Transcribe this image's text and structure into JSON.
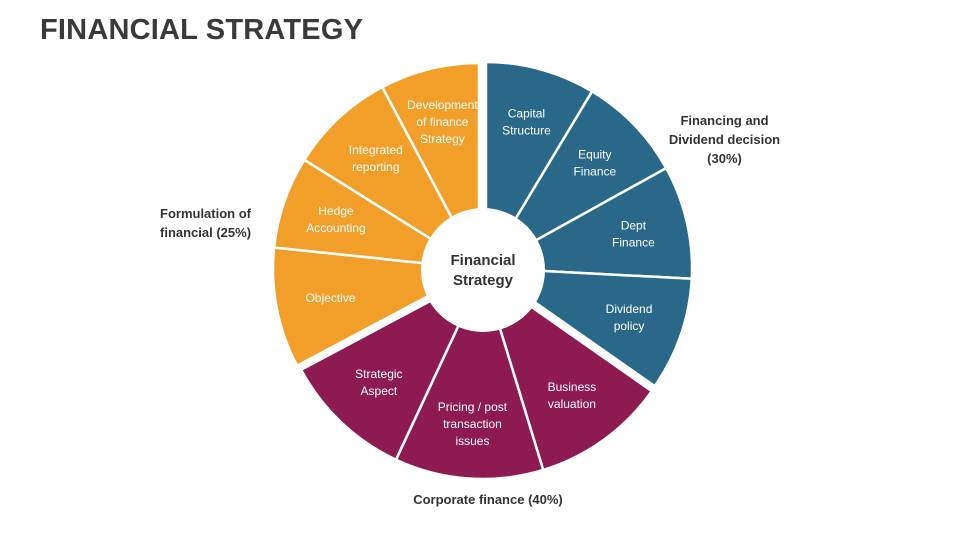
{
  "title": "FINANCIAL STRATEGY",
  "center": {
    "lines": [
      "Financial",
      "Strategy"
    ]
  },
  "groups": {
    "financing": {
      "label": "Financing and\nDividend decision\n(30%)",
      "color": "#2a6889"
    },
    "formulation": {
      "label": "Formulation of\nfinancial (25%)",
      "color": "#f29f2a"
    },
    "corporate": {
      "label": "Corporate finance (40%)",
      "color": "#8e1a52"
    }
  },
  "segments": [
    {
      "id": "capital-structure",
      "group": "financing",
      "lines": [
        "Capital",
        "Structure"
      ]
    },
    {
      "id": "equity-finance",
      "group": "financing",
      "lines": [
        "Equity",
        "Finance"
      ]
    },
    {
      "id": "dept-finance",
      "group": "financing",
      "lines": [
        "Dept",
        "Finance"
      ]
    },
    {
      "id": "dividend-policy",
      "group": "financing",
      "lines": [
        "Dividend",
        "policy"
      ]
    },
    {
      "id": "business-valuation",
      "group": "corporate",
      "lines": [
        "Business",
        "valuation"
      ]
    },
    {
      "id": "pricing-post-transaction",
      "group": "corporate",
      "lines": [
        "Pricing / post",
        "transaction",
        "issues"
      ]
    },
    {
      "id": "strategic-aspect",
      "group": "corporate",
      "lines": [
        "Strategic",
        "Aspect"
      ]
    },
    {
      "id": "objective",
      "group": "formulation",
      "lines": [
        "Objective"
      ]
    },
    {
      "id": "hedge-accounting",
      "group": "formulation",
      "lines": [
        "Hedge",
        "Accounting"
      ]
    },
    {
      "id": "integrated-reporting",
      "group": "formulation",
      "lines": [
        "Integrated",
        "reporting"
      ]
    },
    {
      "id": "development-finance-strategy",
      "group": "formulation",
      "lines": [
        "Development",
        "of finance",
        "Strategy"
      ]
    }
  ]
}
